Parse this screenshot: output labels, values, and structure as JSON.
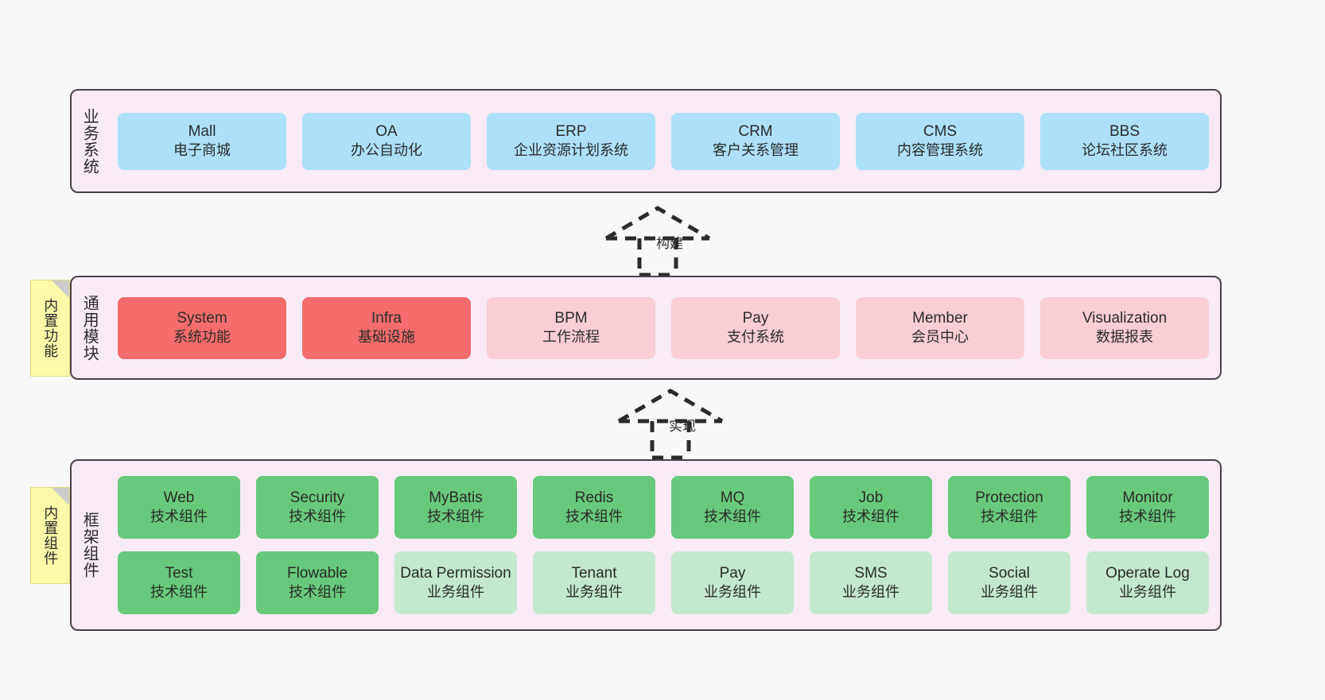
{
  "colors": {
    "canvas_bg": "#f8f8f8",
    "layer_bg": "#f8ebf6",
    "layer_border": "#4a4048",
    "blue": "#ace0fb",
    "red": "#f56c6c",
    "pink": "#fbcdd4",
    "green": "#67c97c",
    "green_light": "#c3e8cd",
    "sticky": "#fcfaa8",
    "sticky_fold": "#cccccc",
    "text": "#2b2b2b"
  },
  "layers": [
    {
      "id": "business",
      "title": "业务系统",
      "rows": [
        [
          {
            "name": "Mall",
            "desc": "电子商城",
            "color": "blue"
          },
          {
            "name": "OA",
            "desc": "办公自动化",
            "color": "blue"
          },
          {
            "name": "ERP",
            "desc": "企业资源计划系统",
            "color": "blue"
          },
          {
            "name": "CRM",
            "desc": "客户关系管理",
            "color": "blue"
          },
          {
            "name": "CMS",
            "desc": "内容管理系统",
            "color": "blue"
          },
          {
            "name": "BBS",
            "desc": "论坛社区系统",
            "color": "blue"
          }
        ]
      ]
    },
    {
      "id": "common",
      "title": "通用模块",
      "sticky": "内置功能",
      "rows": [
        [
          {
            "name": "System",
            "desc": "系统功能",
            "color": "red"
          },
          {
            "name": "Infra",
            "desc": "基础设施",
            "color": "red"
          },
          {
            "name": "BPM",
            "desc": "工作流程",
            "color": "pink"
          },
          {
            "name": "Pay",
            "desc": "支付系统",
            "color": "pink"
          },
          {
            "name": "Member",
            "desc": "会员中心",
            "color": "pink"
          },
          {
            "name": "Visualization",
            "desc": "数据报表",
            "color": "pink"
          }
        ]
      ]
    },
    {
      "id": "framework",
      "title": "框架组件",
      "sticky": "内置组件",
      "rows": [
        [
          {
            "name": "Web",
            "desc": "技术组件",
            "color": "green"
          },
          {
            "name": "Security",
            "desc": "技术组件",
            "color": "green"
          },
          {
            "name": "MyBatis",
            "desc": "技术组件",
            "color": "green"
          },
          {
            "name": "Redis",
            "desc": "技术组件",
            "color": "green"
          },
          {
            "name": "MQ",
            "desc": "技术组件",
            "color": "green"
          },
          {
            "name": "Job",
            "desc": "技术组件",
            "color": "green"
          },
          {
            "name": "Protection",
            "desc": "技术组件",
            "color": "green"
          },
          {
            "name": "Monitor",
            "desc": "技术组件",
            "color": "green"
          }
        ],
        [
          {
            "name": "Test",
            "desc": "技术组件",
            "color": "green"
          },
          {
            "name": "Flowable",
            "desc": "技术组件",
            "color": "green"
          },
          {
            "name": "Data Permission",
            "desc": "业务组件",
            "color": "green_light"
          },
          {
            "name": "Tenant",
            "desc": "业务组件",
            "color": "green_light"
          },
          {
            "name": "Pay",
            "desc": "业务组件",
            "color": "green_light"
          },
          {
            "name": "SMS",
            "desc": "业务组件",
            "color": "green_light"
          },
          {
            "name": "Social",
            "desc": "业务组件",
            "color": "green_light"
          },
          {
            "name": "Operate Log",
            "desc": "业务组件",
            "color": "green_light"
          }
        ]
      ]
    }
  ],
  "connectors": [
    {
      "id": "build",
      "label": "构建",
      "style": "dashed-generalization",
      "from": "common",
      "to": "business"
    },
    {
      "id": "impl",
      "label": "实现",
      "style": "dashed-generalization",
      "from": "framework",
      "to": "common"
    }
  ]
}
